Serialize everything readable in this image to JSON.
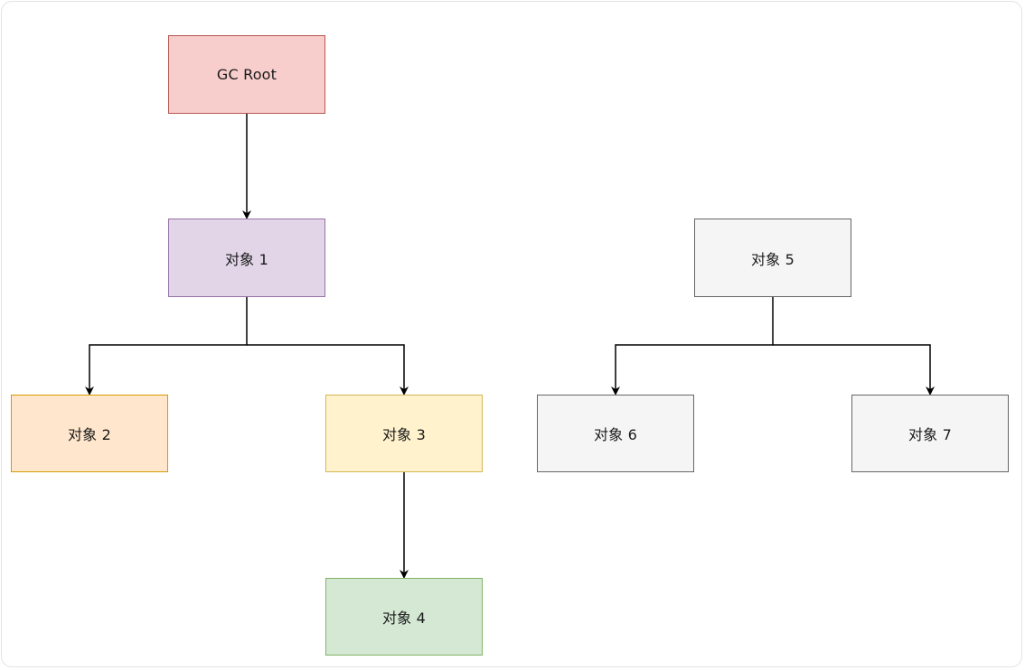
{
  "nodes": {
    "gc_root": {
      "label": "GC Root",
      "fill": "#f8cecc",
      "stroke": "#b85450"
    },
    "obj1": {
      "label": "对象 1",
      "fill": "#e1d5e7",
      "stroke": "#9673a6"
    },
    "obj2": {
      "label": "对象 2",
      "fill": "#ffe6cc",
      "stroke": "#d79b00"
    },
    "obj3": {
      "label": "对象 3",
      "fill": "#fff2cc",
      "stroke": "#d6b656"
    },
    "obj4": {
      "label": "对象 4",
      "fill": "#d5e8d4",
      "stroke": "#82b366"
    },
    "obj5": {
      "label": "对象 5",
      "fill": "#f5f5f5",
      "stroke": "#666666"
    },
    "obj6": {
      "label": "对象 6",
      "fill": "#f5f5f5",
      "stroke": "#666666"
    },
    "obj7": {
      "label": "对象 7",
      "fill": "#f5f5f5",
      "stroke": "#666666"
    }
  },
  "edges": [
    {
      "from": "gc_root",
      "to": "obj1"
    },
    {
      "from": "obj1",
      "to": "obj2"
    },
    {
      "from": "obj1",
      "to": "obj3"
    },
    {
      "from": "obj3",
      "to": "obj4"
    },
    {
      "from": "obj5",
      "to": "obj6"
    },
    {
      "from": "obj5",
      "to": "obj7"
    }
  ]
}
